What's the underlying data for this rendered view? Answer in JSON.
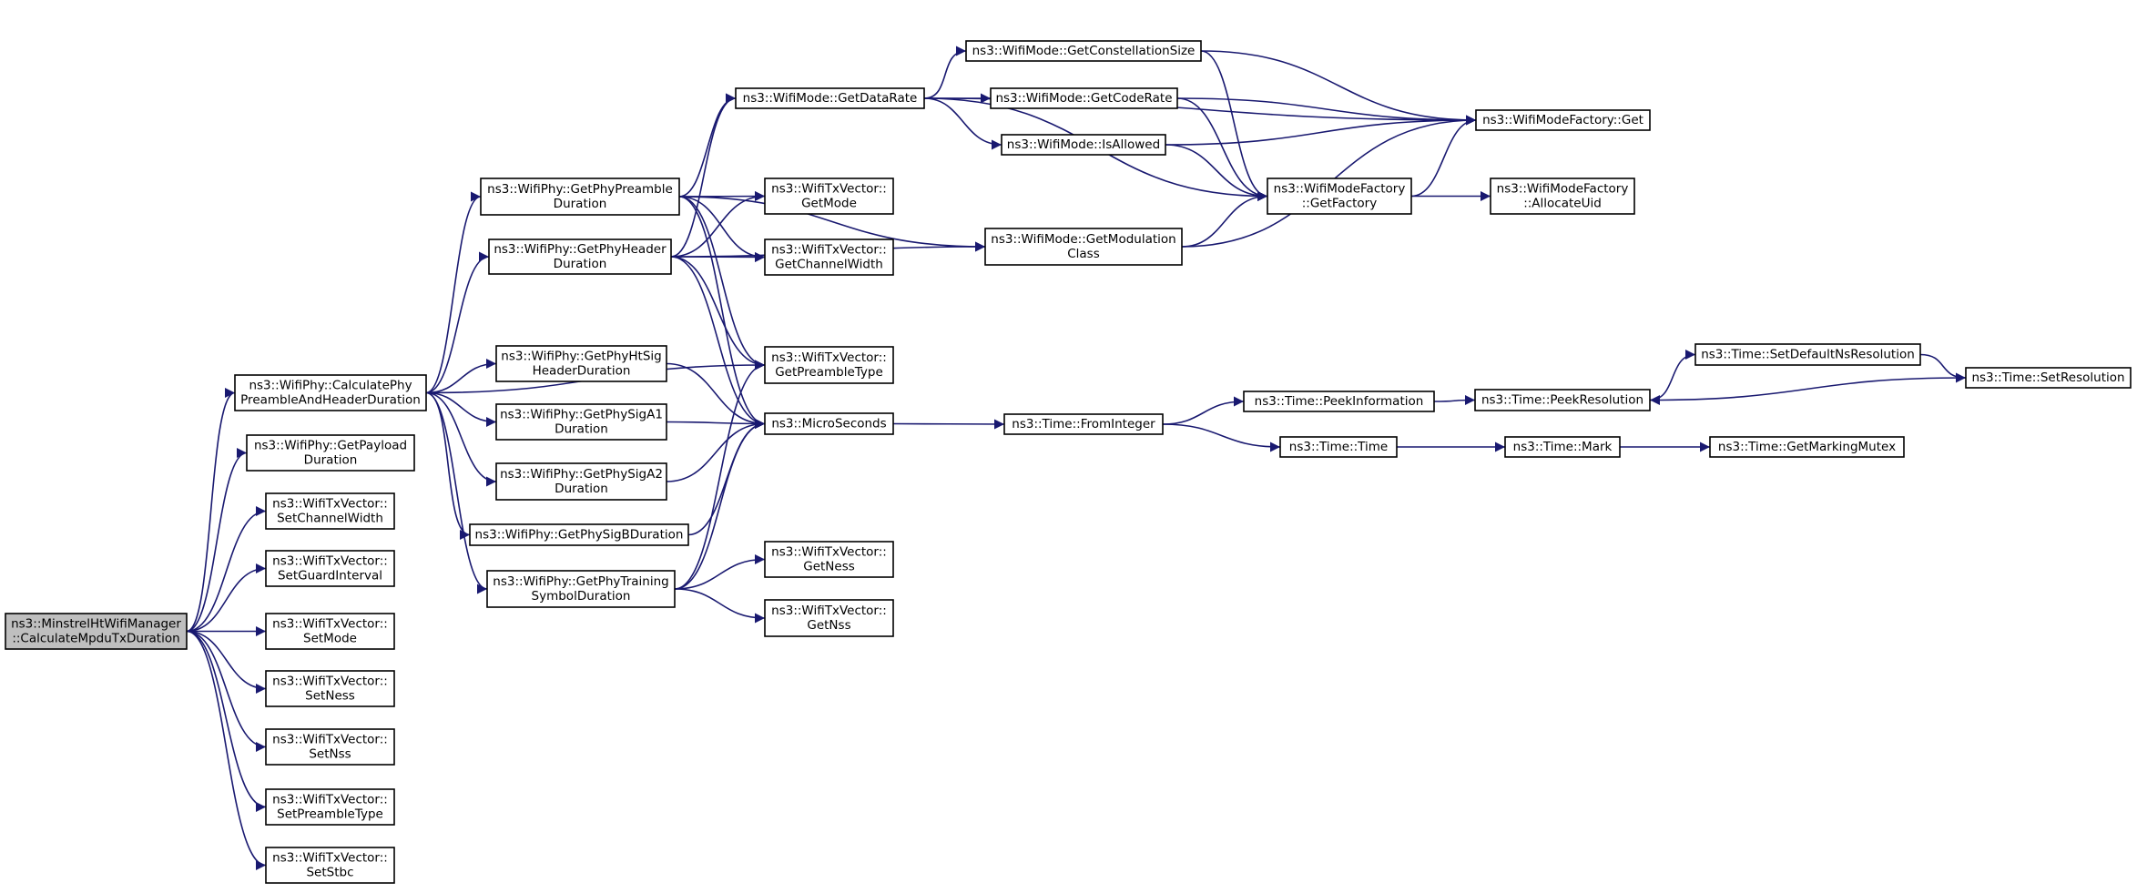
{
  "graph": {
    "nodes": [
      {
        "id": "root",
        "lines": [
          "ns3::MinstrelHtWifiManager",
          "::CalculateMpduTxDuration"
        ],
        "root": true
      },
      {
        "id": "calcPhy",
        "lines": [
          "ns3::WifiPhy::CalculatePhy",
          "PreambleAndHeaderDuration"
        ]
      },
      {
        "id": "getPayload",
        "lines": [
          "ns3::WifiPhy::GetPayload",
          "Duration"
        ]
      },
      {
        "id": "setChanW",
        "lines": [
          "ns3::WifiTxVector::",
          "SetChannelWidth"
        ]
      },
      {
        "id": "setGuard",
        "lines": [
          "ns3::WifiTxVector::",
          "SetGuardInterval"
        ]
      },
      {
        "id": "setMode",
        "lines": [
          "ns3::WifiTxVector::",
          "SetMode"
        ]
      },
      {
        "id": "setNess",
        "lines": [
          "ns3::WifiTxVector::",
          "SetNess"
        ]
      },
      {
        "id": "setNss",
        "lines": [
          "ns3::WifiTxVector::",
          "SetNss"
        ]
      },
      {
        "id": "setPreamble",
        "lines": [
          "ns3::WifiTxVector::",
          "SetPreambleType"
        ]
      },
      {
        "id": "setStbc",
        "lines": [
          "ns3::WifiTxVector::",
          "SetStbc"
        ]
      },
      {
        "id": "getPhyPreamble",
        "lines": [
          "ns3::WifiPhy::GetPhyPreamble",
          "Duration"
        ]
      },
      {
        "id": "getPhyHeader",
        "lines": [
          "ns3::WifiPhy::GetPhyHeader",
          "Duration"
        ]
      },
      {
        "id": "getHtSig",
        "lines": [
          "ns3::WifiPhy::GetPhyHtSig",
          "HeaderDuration"
        ]
      },
      {
        "id": "getSigA1",
        "lines": [
          "ns3::WifiPhy::GetPhySigA1",
          "Duration"
        ]
      },
      {
        "id": "getSigA2",
        "lines": [
          "ns3::WifiPhy::GetPhySigA2",
          "Duration"
        ]
      },
      {
        "id": "getSigB",
        "lines": [
          "ns3::WifiPhy::GetPhySigBDuration"
        ]
      },
      {
        "id": "getTraining",
        "lines": [
          "ns3::WifiPhy::GetPhyTraining",
          "SymbolDuration"
        ]
      },
      {
        "id": "getDataRate",
        "lines": [
          "ns3::WifiMode::GetDataRate"
        ]
      },
      {
        "id": "txGetMode",
        "lines": [
          "ns3::WifiTxVector::",
          "GetMode"
        ]
      },
      {
        "id": "txGetChanW",
        "lines": [
          "ns3::WifiTxVector::",
          "GetChannelWidth"
        ]
      },
      {
        "id": "txGetPreamble",
        "lines": [
          "ns3::WifiTxVector::",
          "GetPreambleType"
        ]
      },
      {
        "id": "microSeconds",
        "lines": [
          "ns3::MicroSeconds"
        ]
      },
      {
        "id": "txGetNess",
        "lines": [
          "ns3::WifiTxVector::",
          "GetNess"
        ]
      },
      {
        "id": "txGetNss",
        "lines": [
          "ns3::WifiTxVector::",
          "GetNss"
        ]
      },
      {
        "id": "getConst",
        "lines": [
          "ns3::WifiMode::GetConstellationSize"
        ]
      },
      {
        "id": "getCodeRate",
        "lines": [
          "ns3::WifiMode::GetCodeRate"
        ]
      },
      {
        "id": "isAllowed",
        "lines": [
          "ns3::WifiMode::IsAllowed"
        ]
      },
      {
        "id": "getModClass",
        "lines": [
          "ns3::WifiMode::GetModulation",
          "Class"
        ]
      },
      {
        "id": "fromInteger",
        "lines": [
          "ns3::Time::FromInteger"
        ]
      },
      {
        "id": "factoryGet",
        "lines": [
          "ns3::WifiModeFactory::Get"
        ]
      },
      {
        "id": "getFactory",
        "lines": [
          "ns3::WifiModeFactory",
          "::GetFactory"
        ]
      },
      {
        "id": "allocUid",
        "lines": [
          "ns3::WifiModeFactory",
          "::AllocateUid"
        ]
      },
      {
        "id": "peekInfo",
        "lines": [
          "ns3::Time::PeekInformation"
        ]
      },
      {
        "id": "timeTime",
        "lines": [
          "ns3::Time::Time"
        ]
      },
      {
        "id": "peekRes",
        "lines": [
          "ns3::Time::PeekResolution"
        ]
      },
      {
        "id": "setDefNs",
        "lines": [
          "ns3::Time::SetDefaultNsResolution"
        ]
      },
      {
        "id": "setRes",
        "lines": [
          "ns3::Time::SetResolution"
        ]
      },
      {
        "id": "mark",
        "lines": [
          "ns3::Time::Mark"
        ]
      },
      {
        "id": "getMarking",
        "lines": [
          "ns3::Time::GetMarkingMutex"
        ]
      }
    ],
    "edges": [
      [
        "root",
        "calcPhy"
      ],
      [
        "root",
        "getPayload"
      ],
      [
        "root",
        "setChanW"
      ],
      [
        "root",
        "setGuard"
      ],
      [
        "root",
        "setMode"
      ],
      [
        "root",
        "setNess"
      ],
      [
        "root",
        "setNss"
      ],
      [
        "root",
        "setPreamble"
      ],
      [
        "root",
        "setStbc"
      ],
      [
        "calcPhy",
        "getPhyPreamble"
      ],
      [
        "calcPhy",
        "getPhyHeader"
      ],
      [
        "calcPhy",
        "txGetPreamble"
      ],
      [
        "calcPhy",
        "getHtSig"
      ],
      [
        "calcPhy",
        "getSigA1"
      ],
      [
        "calcPhy",
        "getSigA2"
      ],
      [
        "calcPhy",
        "getSigB"
      ],
      [
        "calcPhy",
        "getTraining"
      ],
      [
        "getPhyPreamble",
        "getDataRate"
      ],
      [
        "getPhyPreamble",
        "txGetMode"
      ],
      [
        "getPhyPreamble",
        "txGetChanW"
      ],
      [
        "getPhyPreamble",
        "txGetPreamble"
      ],
      [
        "getPhyPreamble",
        "microSeconds"
      ],
      [
        "getPhyPreamble",
        "getModClass"
      ],
      [
        "getPhyHeader",
        "getDataRate"
      ],
      [
        "getPhyHeader",
        "txGetMode"
      ],
      [
        "getPhyHeader",
        "txGetChanW"
      ],
      [
        "getPhyHeader",
        "txGetPreamble"
      ],
      [
        "getPhyHeader",
        "microSeconds"
      ],
      [
        "getPhyHeader",
        "getModClass"
      ],
      [
        "getHtSig",
        "microSeconds"
      ],
      [
        "getSigA1",
        "microSeconds"
      ],
      [
        "getSigA2",
        "microSeconds"
      ],
      [
        "getSigB",
        "microSeconds"
      ],
      [
        "getTraining",
        "txGetPreamble"
      ],
      [
        "getTraining",
        "microSeconds"
      ],
      [
        "getTraining",
        "txGetNess"
      ],
      [
        "getTraining",
        "txGetNss"
      ],
      [
        "getDataRate",
        "getConst"
      ],
      [
        "getDataRate",
        "getCodeRate"
      ],
      [
        "getDataRate",
        "isAllowed"
      ],
      [
        "getDataRate",
        "factoryGet"
      ],
      [
        "getDataRate",
        "getFactory"
      ],
      [
        "getConst",
        "factoryGet"
      ],
      [
        "getConst",
        "getFactory"
      ],
      [
        "getCodeRate",
        "factoryGet"
      ],
      [
        "getCodeRate",
        "getFactory"
      ],
      [
        "isAllowed",
        "factoryGet"
      ],
      [
        "isAllowed",
        "getFactory"
      ],
      [
        "getModClass",
        "getFactory"
      ],
      [
        "getModClass",
        "factoryGet"
      ],
      [
        "getFactory",
        "factoryGet"
      ],
      [
        "getFactory",
        "allocUid"
      ],
      [
        "microSeconds",
        "fromInteger"
      ],
      [
        "fromInteger",
        "peekInfo"
      ],
      [
        "fromInteger",
        "timeTime"
      ],
      [
        "peekInfo",
        "peekRes"
      ],
      [
        "peekRes",
        "setDefNs"
      ],
      [
        "setDefNs",
        "setRes"
      ],
      [
        "setRes",
        "peekRes"
      ],
      [
        "timeTime",
        "mark"
      ],
      [
        "mark",
        "getMarking"
      ]
    ]
  }
}
